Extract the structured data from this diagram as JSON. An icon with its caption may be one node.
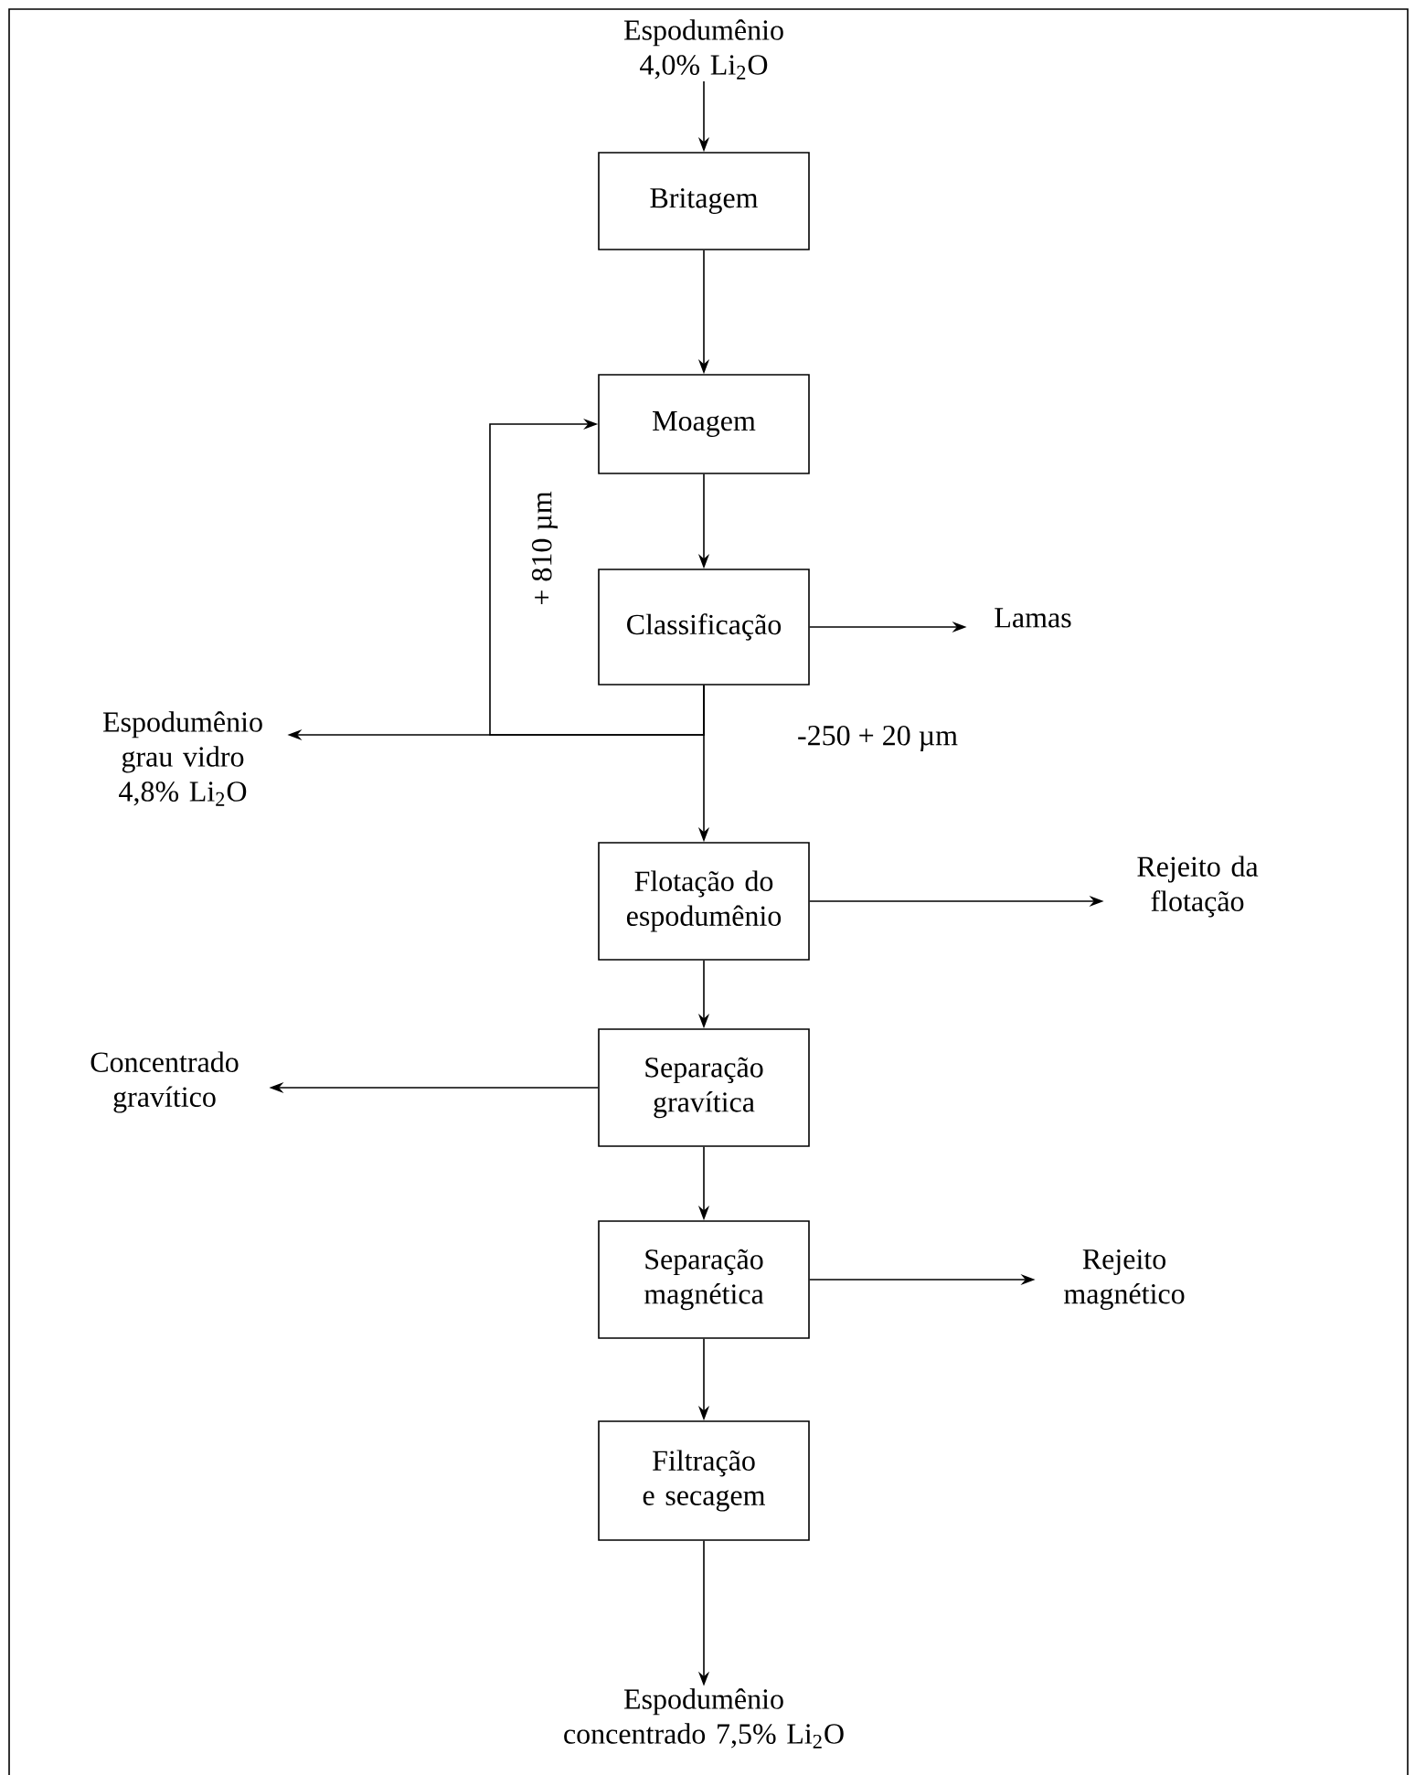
{
  "diagram": {
    "nodes": [
      {
        "text": [
          "Espodumênio 4,0% Li$_{2}$O"
        ]
      },
      {
        "text": [
          "Britagem"
        ]
      },
      {
        "text": [
          "Moagem"
        ]
      },
      {
        "text": [
          "Classificação"
        ]
      },
      {
        "text": [
          "Lamas"
        ]
      },
      {
        "text": [
          "Espodumênio grau vidro 4,8% Li$_{2}$O"
        ]
      },
      {
        "text": [
          "Flotação do espodumênio"
        ]
      },
      {
        "text": [
          "Rejeito da flotação"
        ]
      },
      {
        "text": [
          "Concentrado gravítico"
        ]
      },
      {
        "text": [
          "Separação gravítica"
        ]
      },
      {
        "text": [
          "Rejeito magnético"
        ]
      },
      {
        "text": [
          "Separação magnética"
        ]
      },
      {
        "text": [
          "Filtração e secagem"
        ]
      },
      {
        "text": [
          "Espodumênio concentrado 7,5% Li$_{2}$O"
        ]
      }
    ],
    "edges": [
      {
        "from": 0,
        "to": 1,
        "arrow": "to"
      },
      {
        "from": 1,
        "to": 2,
        "arrow": "to"
      },
      {
        "from": 2,
        "to": 3,
        "arrow": "to"
      },
      {
        "from": 3,
        "to": 4,
        "arrow": "to"
      },
      {
        "from": 3,
        "to": 6,
        "arrow": "to",
        "label": "-250 + 20 µm"
      },
      {
        "from": 3,
        "to": 5,
        "arrow": "to"
      },
      {
        "from": 3,
        "to": 2,
        "arrow": "to",
        "label": "+ 810 µm"
      },
      {
        "from": 6,
        "to": 7,
        "arrow": "to"
      },
      {
        "from": 6,
        "to": 9,
        "arrow": "to"
      },
      {
        "from": 9,
        "to": 8,
        "arrow": "to"
      },
      {
        "from": 9,
        "to": 11,
        "arrow": "to"
      },
      {
        "from": 11,
        "to": 10,
        "arrow": "to"
      },
      {
        "from": 11,
        "to": 12,
        "arrow": "to"
      },
      {
        "from": 12,
        "to": 13,
        "arrow": "to"
      }
    ]
  }
}
